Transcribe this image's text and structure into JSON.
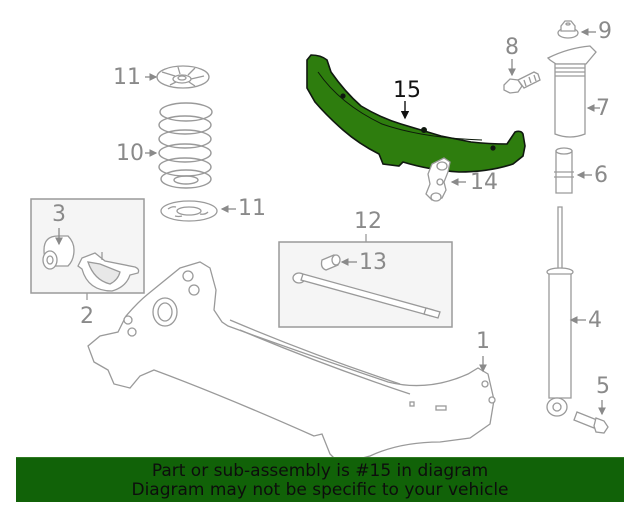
{
  "diagram": {
    "title": "Rear suspension parts diagram",
    "highlighted_part": "15",
    "highlight_color": "#2e7d0e",
    "line_color": "#9a9a9a",
    "box_fill": "#f5f5f5",
    "parts": [
      {
        "number": "1",
        "name": "rear-axle-beam"
      },
      {
        "number": "2",
        "name": "bushing-bracket-assembly"
      },
      {
        "number": "3",
        "name": "bushing"
      },
      {
        "number": "4",
        "name": "shock-absorber"
      },
      {
        "number": "5",
        "name": "shock-bolt"
      },
      {
        "number": "6",
        "name": "bump-stop"
      },
      {
        "number": "7",
        "name": "dust-boot"
      },
      {
        "number": "8",
        "name": "upper-bolt"
      },
      {
        "number": "9",
        "name": "nut"
      },
      {
        "number": "10",
        "name": "coil-spring"
      },
      {
        "number": "11",
        "name": "spring-insulator"
      },
      {
        "number": "12",
        "name": "track-bar-assembly"
      },
      {
        "number": "13",
        "name": "track-bar-bushing"
      },
      {
        "number": "14",
        "name": "bracket"
      },
      {
        "number": "15",
        "name": "crossmember"
      }
    ],
    "labels": {
      "l1": "1",
      "l2": "2",
      "l3": "3",
      "l4": "4",
      "l5": "5",
      "l6": "6",
      "l7": "7",
      "l8": "8",
      "l9": "9",
      "l10": "10",
      "l11a": "11",
      "l11b": "11",
      "l12": "12",
      "l13": "13",
      "l14": "14",
      "l15": "15"
    }
  },
  "banner": {
    "line1": "Part or sub-assembly is #15 in diagram",
    "line2": "Diagram may not be specific to your vehicle",
    "background": "#116208"
  }
}
